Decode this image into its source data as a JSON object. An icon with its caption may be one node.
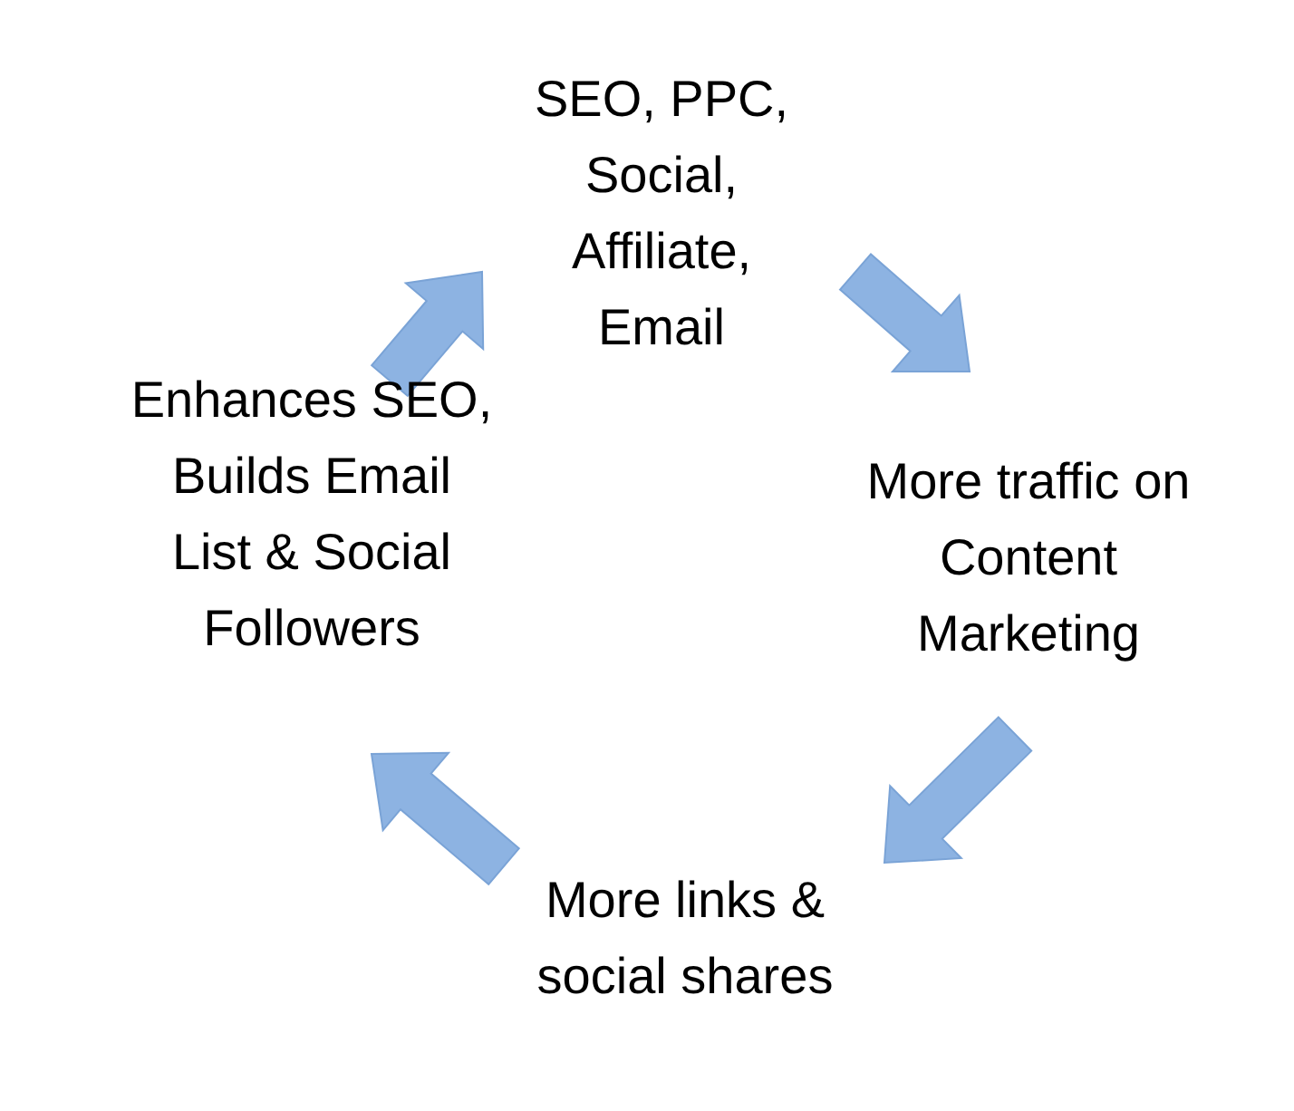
{
  "diagram": {
    "nodes": [
      {
        "text": [
          "SEO, PPC, Social, Affiliate, Email"
        ]
      },
      {
        "text": [
          "More traffic on Content Marketing"
        ]
      },
      {
        "text": [
          "More links & social shares"
        ]
      },
      {
        "text": [
          "Enhances SEO, Builds Email List & Social Followers"
        ]
      }
    ],
    "edges": [
      {
        "from": 0,
        "to": 1,
        "arrow": "to"
      },
      {
        "from": 1,
        "to": 2,
        "arrow": "to"
      },
      {
        "from": 2,
        "to": 3,
        "arrow": "to"
      },
      {
        "from": 3,
        "to": 0,
        "arrow": "to"
      }
    ]
  }
}
